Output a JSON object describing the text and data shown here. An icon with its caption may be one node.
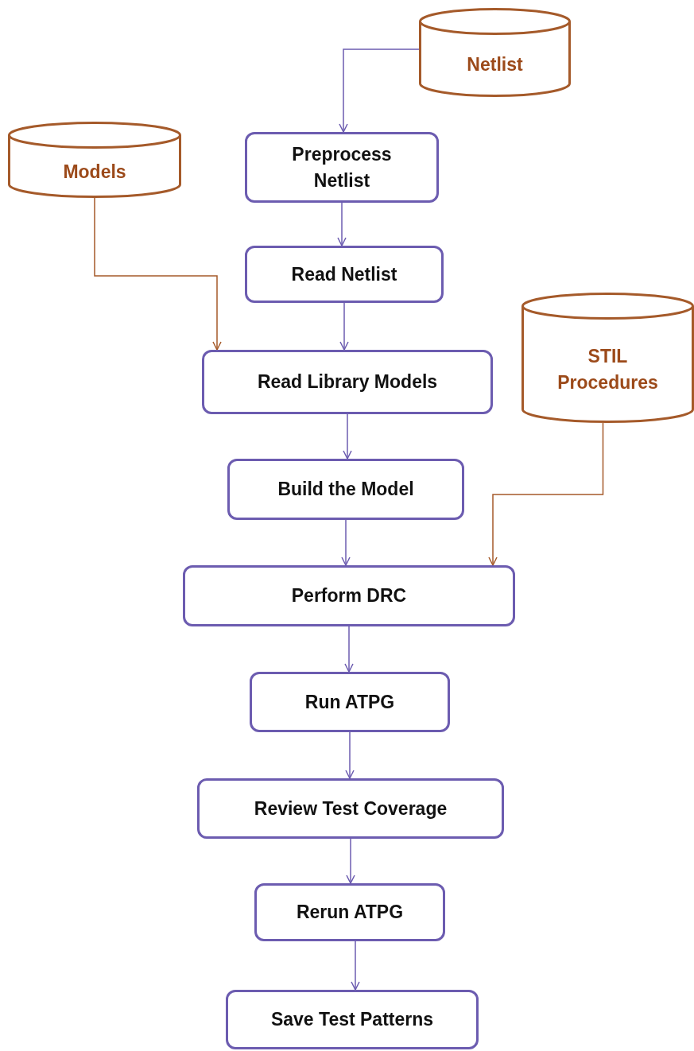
{
  "diagram": {
    "nodes": [
      {
        "text": [
          "Netlist"
        ]
      },
      {
        "text": [
          "Models"
        ]
      },
      {
        "text": [
          "Preprocess Netlist"
        ]
      },
      {
        "text": [
          "Read Netlist"
        ]
      },
      {
        "text": [
          "Read Library Models"
        ]
      },
      {
        "text": [
          "STIL Procedures"
        ]
      },
      {
        "text": [
          "Build the Model"
        ]
      },
      {
        "text": [
          "Perform DRC"
        ]
      },
      {
        "text": [
          "Run ATPG"
        ]
      },
      {
        "text": [
          "Review Test Coverage"
        ]
      },
      {
        "text": [
          "Rerun ATPG"
        ]
      },
      {
        "text": [
          "Save Test Patterns"
        ]
      }
    ],
    "edges": [
      {
        "from": 0,
        "to": 2,
        "arrow": "to"
      },
      {
        "from": 2,
        "to": 3,
        "arrow": "to"
      },
      {
        "from": 1,
        "to": 4,
        "arrow": "to",
        "color": "#a55a2a"
      },
      {
        "from": 3,
        "to": 4,
        "arrow": "to"
      },
      {
        "from": 4,
        "to": 6,
        "arrow": "to"
      },
      {
        "from": 5,
        "to": 7,
        "arrow": "to",
        "color": "#a55a2a"
      },
      {
        "from": 6,
        "to": 7,
        "arrow": "to"
      },
      {
        "from": 7,
        "to": 8,
        "arrow": "to"
      },
      {
        "from": 8,
        "to": 9,
        "arrow": "to"
      },
      {
        "from": 9,
        "to": 10,
        "arrow": "to"
      },
      {
        "from": 10,
        "to": 11,
        "arrow": "to"
      }
    ]
  }
}
